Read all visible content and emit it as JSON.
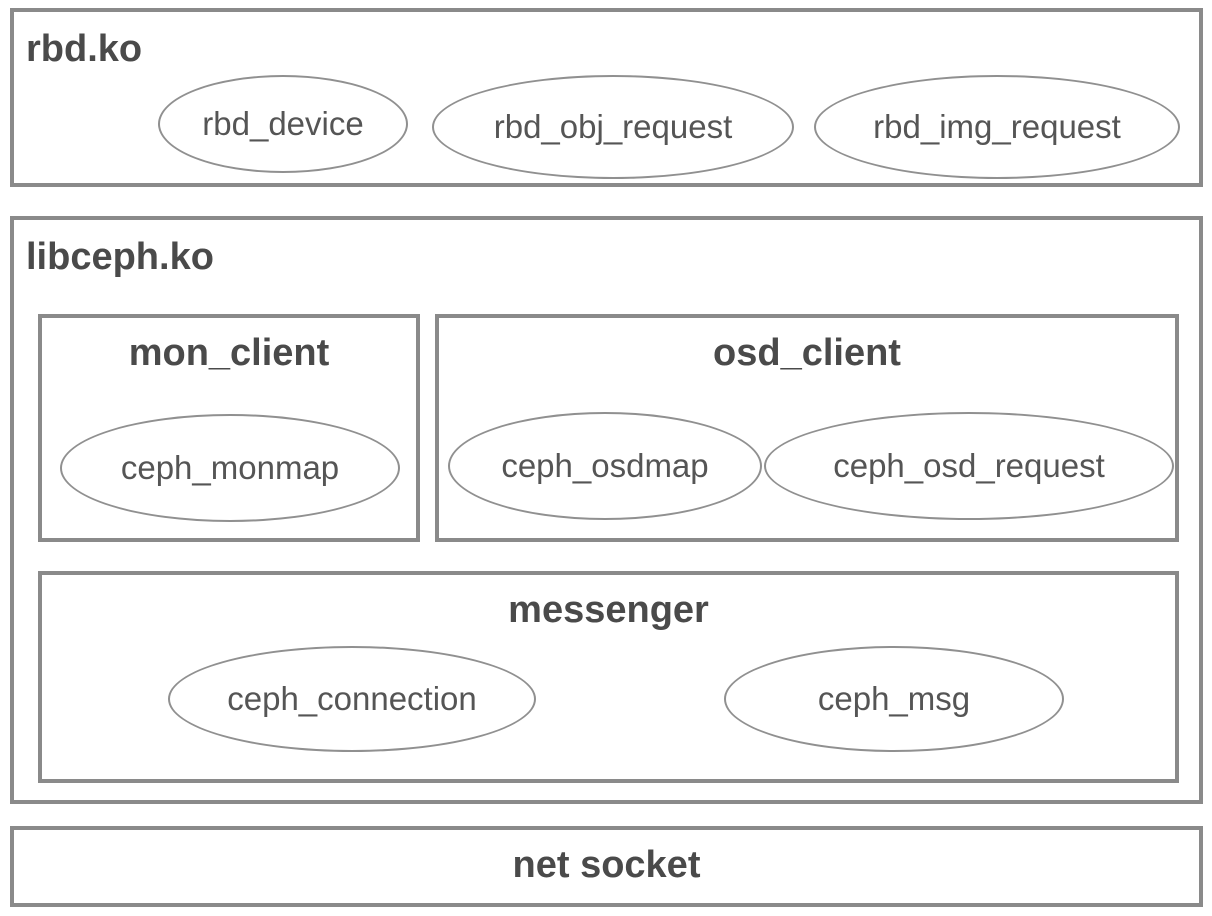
{
  "rbd": {
    "title": "rbd.ko",
    "items": [
      "rbd_device",
      "rbd_obj_request",
      "rbd_img_request"
    ]
  },
  "libceph": {
    "title": "libceph.ko",
    "mon_client": {
      "title": "mon_client",
      "items": [
        "ceph_monmap"
      ]
    },
    "osd_client": {
      "title": "osd_client",
      "items": [
        "ceph_osdmap",
        "ceph_osd_request"
      ]
    },
    "messenger": {
      "title": "messenger",
      "items": [
        "ceph_connection",
        "ceph_msg"
      ]
    }
  },
  "net_socket": {
    "title": "net socket"
  }
}
